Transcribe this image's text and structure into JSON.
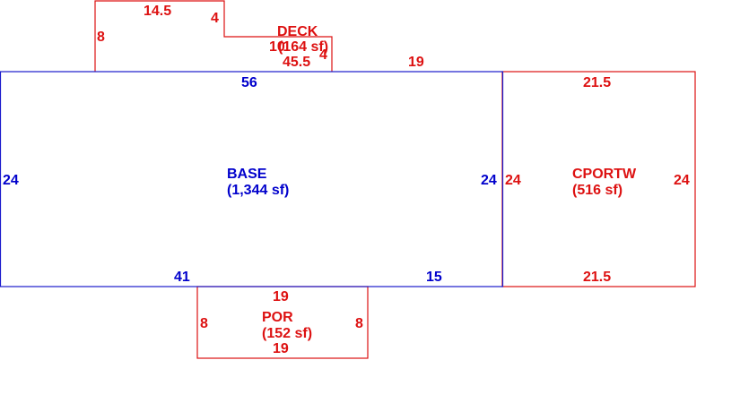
{
  "colors": {
    "base": "#1a1acc",
    "addition": "#dd1111"
  },
  "base": {
    "name": "BASE",
    "area": "(1,344 sf)",
    "top": "56",
    "left": "24",
    "right": "24",
    "bottom_left": "41",
    "bottom_right": "15"
  },
  "deck": {
    "name": "DECK",
    "area": "(164 sf)",
    "top": "14.5",
    "left": "8",
    "notch": "4",
    "notch_width": "10",
    "bottom": "45.5",
    "right": "4",
    "top_right": "19"
  },
  "carport": {
    "name": "CPORTW",
    "area": "(516 sf)",
    "top": "21.5",
    "bottom": "21.5",
    "left": "24",
    "right": "24"
  },
  "porch": {
    "name": "POR",
    "area": "(152 sf)",
    "top": "19",
    "bottom": "19",
    "left": "8",
    "right": "8"
  }
}
